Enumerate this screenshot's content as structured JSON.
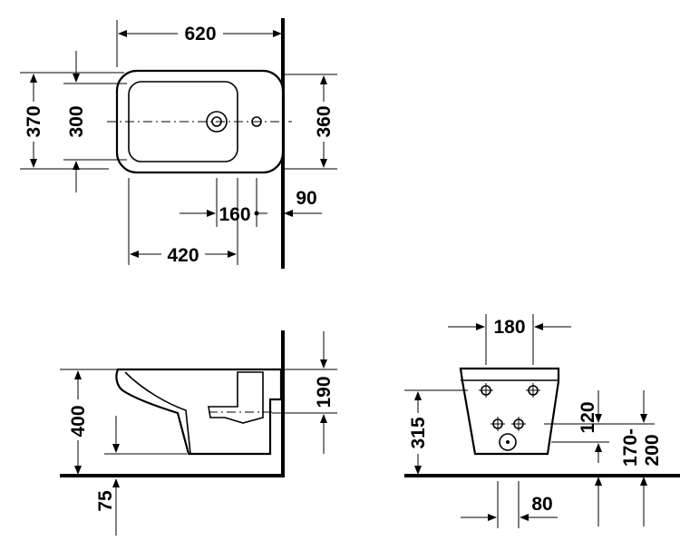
{
  "dimensions": {
    "top_width": "620",
    "top_depth_outer": "370",
    "top_depth_inner": "300",
    "top_depth_right": "360",
    "tap_offset": "160",
    "wall_gap": "90",
    "bowl_length": "420",
    "side_height": "400",
    "side_top": "190",
    "floor_offset": "75",
    "back_width": "180",
    "back_height": "315",
    "back_spacing": "120",
    "back_range_a": "170-",
    "back_range_b": "200",
    "back_bottom": "80"
  }
}
